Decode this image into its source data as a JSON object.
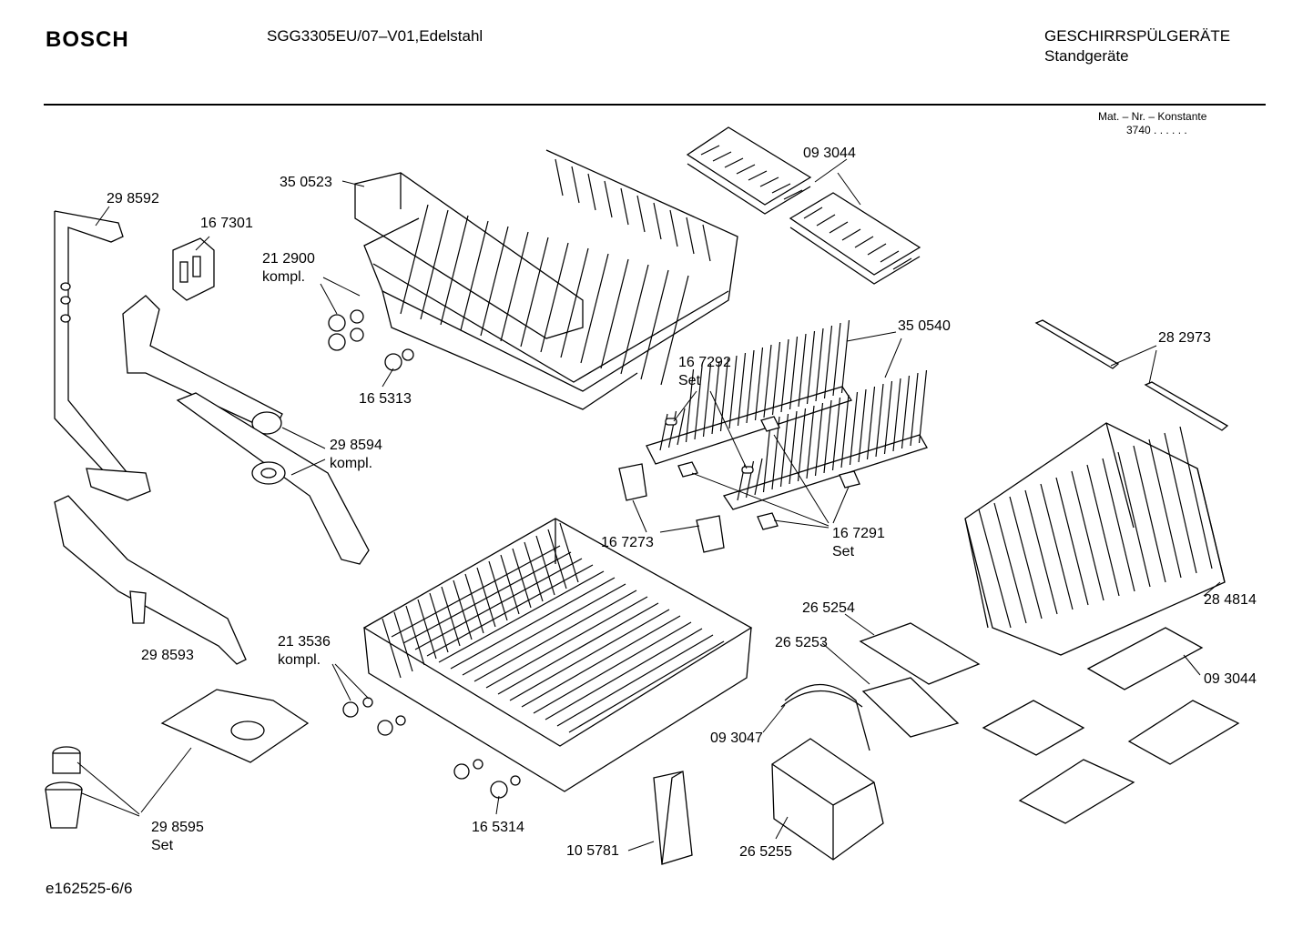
{
  "header": {
    "brand": "BOSCH",
    "model": "SGG3305EU/07–V01,Edelstahl",
    "category_line1": "GESCHIRRSPÜLGERÄTE",
    "category_line2": "Standgeräte",
    "mat_line1": "Mat. – Nr. – Konstante",
    "mat_line2": "3740  .  .   .  .  .  ."
  },
  "footer": {
    "doc_id": "e162525-6/6"
  },
  "parts": [
    {
      "id": "p350523",
      "lines": [
        "35 0523"
      ]
    },
    {
      "id": "p093044a",
      "lines": [
        "09 3044"
      ]
    },
    {
      "id": "p298592",
      "lines": [
        "29 8592"
      ]
    },
    {
      "id": "p167301",
      "lines": [
        "16 7301"
      ]
    },
    {
      "id": "p212900",
      "lines": [
        "21 2900",
        "kompl."
      ]
    },
    {
      "id": "p165313",
      "lines": [
        "16 5313"
      ]
    },
    {
      "id": "p350540",
      "lines": [
        "35 0540"
      ]
    },
    {
      "id": "p282973",
      "lines": [
        "28 2973"
      ]
    },
    {
      "id": "p167292",
      "lines": [
        "16 7292",
        "Set"
      ]
    },
    {
      "id": "p298594",
      "lines": [
        "29 8594",
        "kompl."
      ]
    },
    {
      "id": "p167273",
      "lines": [
        "16 7273"
      ]
    },
    {
      "id": "p167291",
      "lines": [
        "16 7291",
        "Set"
      ]
    },
    {
      "id": "p284814",
      "lines": [
        "28 4814"
      ]
    },
    {
      "id": "p265254",
      "lines": [
        "26 5254"
      ]
    },
    {
      "id": "p265253",
      "lines": [
        "26 5253"
      ]
    },
    {
      "id": "p213536",
      "lines": [
        "21 3536",
        "kompl."
      ]
    },
    {
      "id": "p298593",
      "lines": [
        "29 8593"
      ]
    },
    {
      "id": "p093044b",
      "lines": [
        "09 3044"
      ]
    },
    {
      "id": "p093047",
      "lines": [
        "09 3047"
      ]
    },
    {
      "id": "p298595",
      "lines": [
        "29 8595",
        "Set"
      ]
    },
    {
      "id": "p165314",
      "lines": [
        "16 5314"
      ]
    },
    {
      "id": "p105781",
      "lines": [
        "10 5781"
      ]
    },
    {
      "id": "p265255",
      "lines": [
        "26 5255"
      ]
    }
  ]
}
